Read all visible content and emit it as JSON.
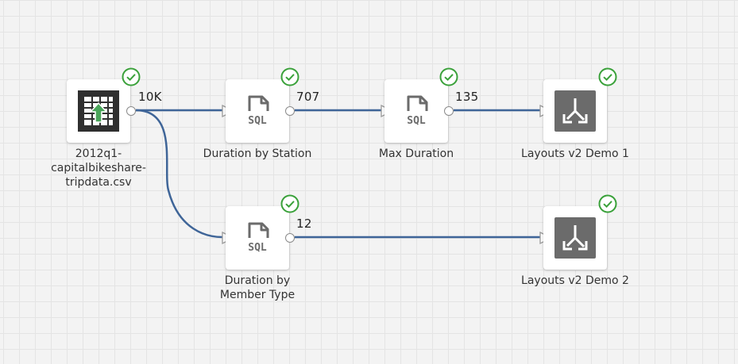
{
  "canvas": {
    "background": "#f3f3f3",
    "grid_color": "#e4e4e4",
    "edge_color": "#3f6598",
    "status_color": "#3aa13a"
  },
  "nodes": [
    {
      "id": "csv",
      "type": "dataset",
      "icon": "spreadsheet-upload-icon",
      "label": "2012q1-capitalbikeshare-tripdata.csv",
      "label_lines": [
        "2012q1-",
        "capitalbikeshare-",
        "tripdata.csv"
      ],
      "count": "10K",
      "status": "success"
    },
    {
      "id": "dur_station",
      "type": "sql",
      "icon": "sql-file-icon",
      "label": "Duration by Station",
      "label_lines": [
        "Duration by Station"
      ],
      "count": "707",
      "status": "success"
    },
    {
      "id": "max_dur",
      "type": "sql",
      "icon": "sql-file-icon",
      "label": "Max Duration",
      "label_lines": [
        "Max Duration"
      ],
      "count": "135",
      "status": "success"
    },
    {
      "id": "layout1",
      "type": "export",
      "icon": "merge-arrows-icon",
      "label": "Layouts v2 Demo 1",
      "label_lines": [
        "Layouts v2 Demo 1"
      ],
      "count": "",
      "status": "success"
    },
    {
      "id": "dur_member",
      "type": "sql",
      "icon": "sql-file-icon",
      "label": "Duration by Member Type",
      "label_lines": [
        "Duration by",
        "Member Type"
      ],
      "count": "12",
      "status": "success"
    },
    {
      "id": "layout2",
      "type": "export",
      "icon": "merge-arrows-icon",
      "label": "Layouts v2 Demo 2",
      "label_lines": [
        "Layouts v2 Demo 2"
      ],
      "count": "",
      "status": "success"
    }
  ],
  "edges": [
    {
      "from": "csv",
      "to": "dur_station"
    },
    {
      "from": "csv",
      "to": "dur_member"
    },
    {
      "from": "dur_station",
      "to": "max_dur"
    },
    {
      "from": "max_dur",
      "to": "layout1"
    },
    {
      "from": "dur_member",
      "to": "layout2"
    }
  ],
  "icons": {
    "sql_text": "SQL"
  }
}
